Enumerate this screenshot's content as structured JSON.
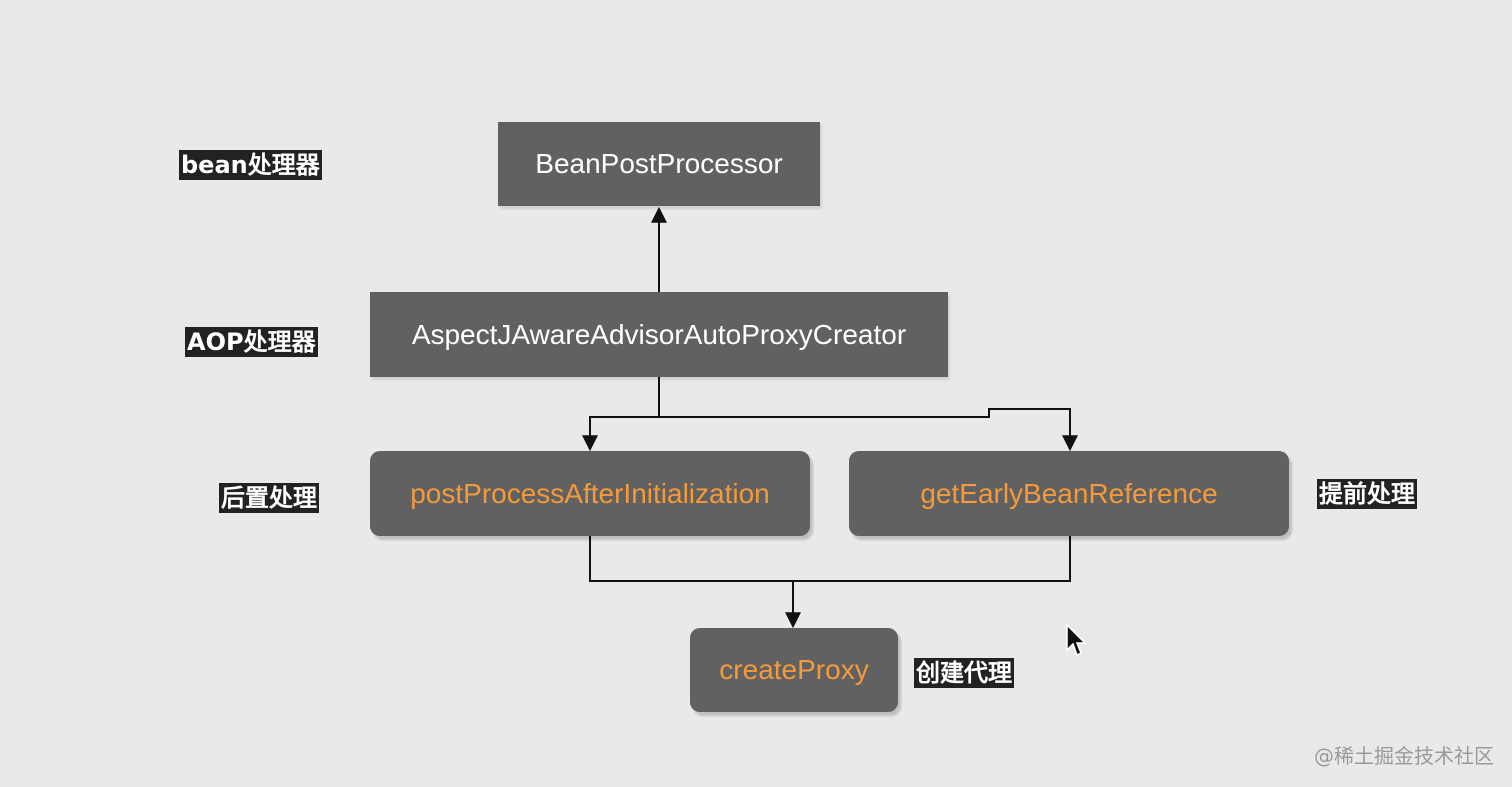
{
  "nodes": {
    "bean_post_processor": "BeanPostProcessor",
    "aspectj_creator": "AspectJAwareAdvisorAutoProxyCreator",
    "post_process_after_init": "postProcessAfterInitialization",
    "get_early_bean_reference": "getEarlyBeanReference",
    "create_proxy": "createProxy"
  },
  "labels": {
    "bean_processor": "bean处理器",
    "aop_processor": "AOP处理器",
    "post_processing": "后置处理",
    "early_processing": "提前处理",
    "create_proxy": "创建代理"
  },
  "watermarks": {
    "bottom": "@稀土掘金技术社区"
  },
  "colors": {
    "node_fill": "#616161",
    "method_text": "#f39a3c",
    "class_text": "#ffffff",
    "label_bg": "#222222",
    "edge": "#111111",
    "background": "#e9e9eb"
  }
}
